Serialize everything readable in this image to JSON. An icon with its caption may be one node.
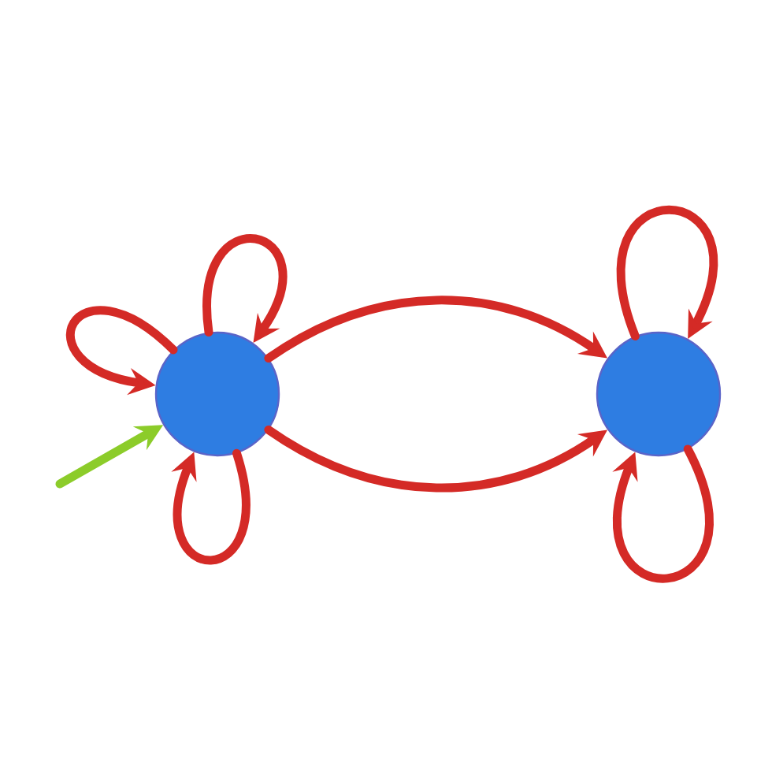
{
  "diagram": {
    "nodes": [
      {
        "text": [],
        "shape": "circle"
      },
      {
        "text": [],
        "shape": "circle"
      }
    ],
    "edges": [
      {
        "from": null,
        "to": 0,
        "arrow": "to",
        "color": "#8ccc2a"
      },
      {
        "from": 0,
        "to": 0,
        "arrow": "to"
      },
      {
        "from": 0,
        "to": 0,
        "arrow": "to"
      },
      {
        "from": 0,
        "to": 0,
        "arrow": "to"
      },
      {
        "from": 0,
        "to": 1,
        "arrow": "to"
      },
      {
        "from": 0,
        "to": 1,
        "arrow": "to"
      },
      {
        "from": 1,
        "to": 1,
        "arrow": "to"
      },
      {
        "from": 1,
        "to": 1,
        "arrow": "to"
      }
    ]
  }
}
